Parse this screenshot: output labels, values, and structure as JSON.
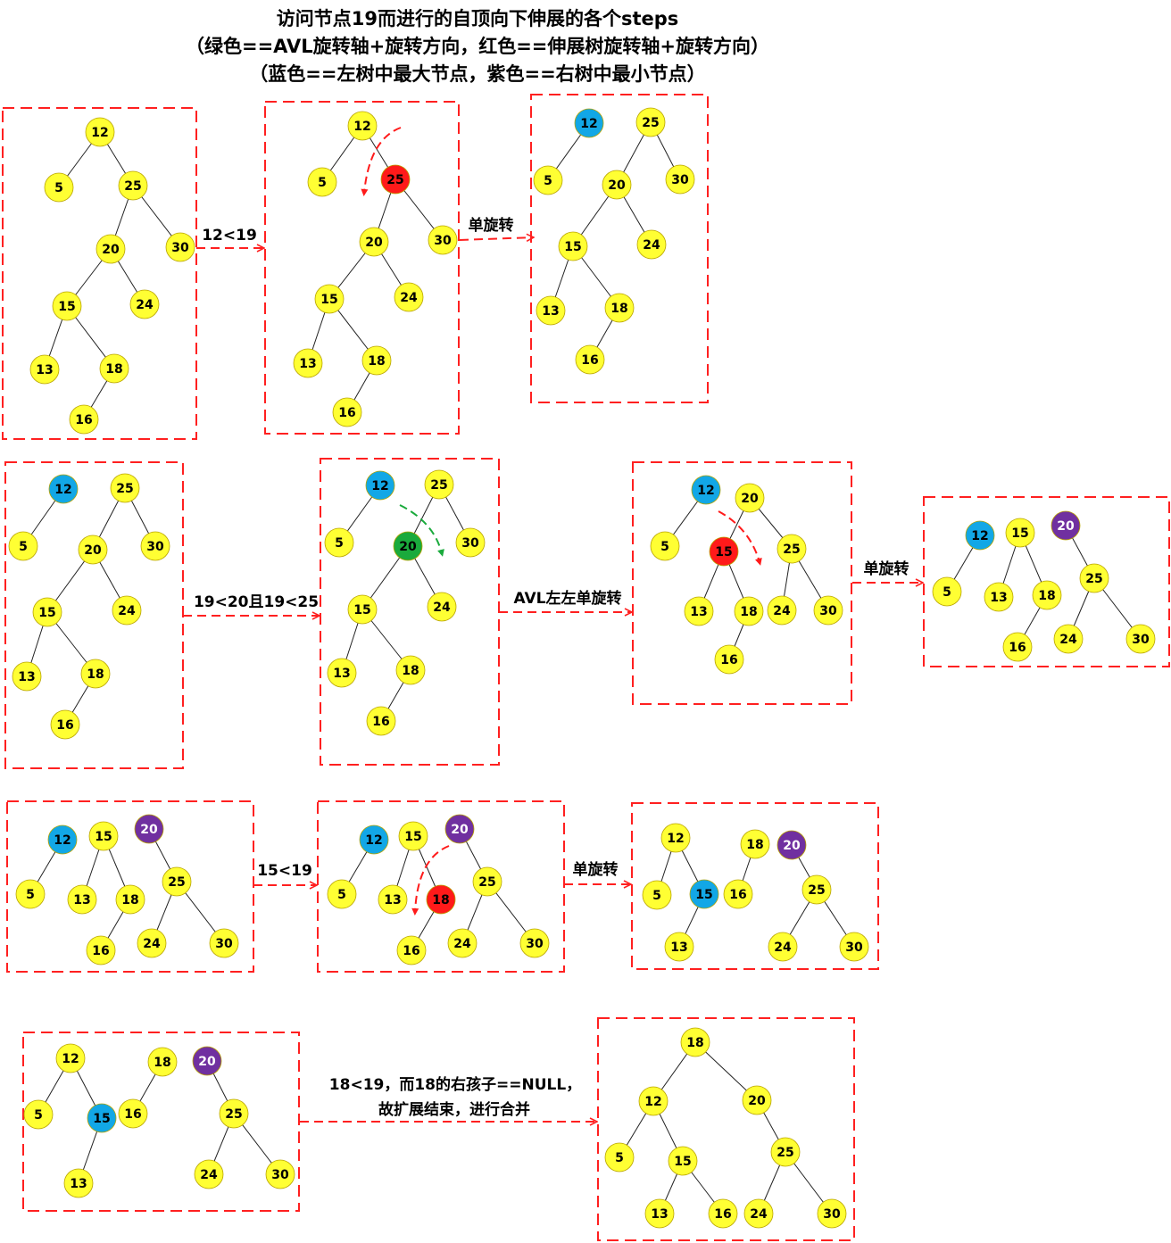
{
  "title_lines": [
    "访问节点19而进行的自顶向下伸展的各个steps",
    "（绿色==AVL旋转轴+旋转方向，红色==伸展树旋转轴+旋转方向）",
    "（蓝色==左树中最大节点，紫色==右树中最小节点）"
  ],
  "colors": {
    "normal": "#ffff33",
    "avl_pivot": "#1aaa3c",
    "splay_pivot": "#ff1a1a",
    "left_max": "#12a7e6",
    "right_min": "#7030a0",
    "frame": "#ff2020"
  },
  "panels": [
    {
      "id": "p1",
      "nodes": [
        {
          "id": "12",
          "label": "12",
          "color": "normal"
        },
        {
          "id": "5",
          "label": "5",
          "color": "normal"
        },
        {
          "id": "25",
          "label": "25",
          "color": "normal"
        },
        {
          "id": "20",
          "label": "20",
          "color": "normal"
        },
        {
          "id": "30",
          "label": "30",
          "color": "normal"
        },
        {
          "id": "15",
          "label": "15",
          "color": "normal"
        },
        {
          "id": "24",
          "label": "24",
          "color": "normal"
        },
        {
          "id": "13",
          "label": "13",
          "color": "normal"
        },
        {
          "id": "18",
          "label": "18",
          "color": "normal"
        },
        {
          "id": "16",
          "label": "16",
          "color": "normal"
        }
      ],
      "edges": [
        [
          "12",
          "5"
        ],
        [
          "12",
          "25"
        ],
        [
          "25",
          "20"
        ],
        [
          "25",
          "30"
        ],
        [
          "20",
          "15"
        ],
        [
          "20",
          "24"
        ],
        [
          "15",
          "13"
        ],
        [
          "15",
          "18"
        ],
        [
          "18",
          "16"
        ]
      ]
    },
    {
      "id": "p2",
      "nodes": [
        {
          "id": "12",
          "label": "12",
          "color": "normal"
        },
        {
          "id": "5",
          "label": "5",
          "color": "normal"
        },
        {
          "id": "25",
          "label": "25",
          "color": "splay_pivot"
        },
        {
          "id": "20",
          "label": "20",
          "color": "normal"
        },
        {
          "id": "30",
          "label": "30",
          "color": "normal"
        },
        {
          "id": "15",
          "label": "15",
          "color": "normal"
        },
        {
          "id": "24",
          "label": "24",
          "color": "normal"
        },
        {
          "id": "13",
          "label": "13",
          "color": "normal"
        },
        {
          "id": "18",
          "label": "18",
          "color": "normal"
        },
        {
          "id": "16",
          "label": "16",
          "color": "normal"
        }
      ],
      "edges": [
        [
          "12",
          "5"
        ],
        [
          "12",
          "25"
        ],
        [
          "25",
          "20"
        ],
        [
          "25",
          "30"
        ],
        [
          "20",
          "15"
        ],
        [
          "20",
          "24"
        ],
        [
          "15",
          "13"
        ],
        [
          "15",
          "18"
        ],
        [
          "18",
          "16"
        ]
      ]
    },
    {
      "id": "p3",
      "nodes": [
        {
          "id": "12",
          "label": "12",
          "color": "left_max"
        },
        {
          "id": "25",
          "label": "25",
          "color": "normal"
        },
        {
          "id": "5",
          "label": "5",
          "color": "normal"
        },
        {
          "id": "20",
          "label": "20",
          "color": "normal"
        },
        {
          "id": "30",
          "label": "30",
          "color": "normal"
        },
        {
          "id": "15",
          "label": "15",
          "color": "normal"
        },
        {
          "id": "24",
          "label": "24",
          "color": "normal"
        },
        {
          "id": "13",
          "label": "13",
          "color": "normal"
        },
        {
          "id": "18",
          "label": "18",
          "color": "normal"
        },
        {
          "id": "16",
          "label": "16",
          "color": "normal"
        }
      ],
      "edges": [
        [
          "12",
          "5"
        ],
        [
          "25",
          "20"
        ],
        [
          "25",
          "30"
        ],
        [
          "20",
          "15"
        ],
        [
          "20",
          "24"
        ],
        [
          "15",
          "13"
        ],
        [
          "15",
          "18"
        ],
        [
          "18",
          "16"
        ]
      ]
    },
    {
      "id": "p4",
      "nodes": [
        {
          "id": "12",
          "label": "12",
          "color": "left_max"
        },
        {
          "id": "25",
          "label": "25",
          "color": "normal"
        },
        {
          "id": "5",
          "label": "5",
          "color": "normal"
        },
        {
          "id": "20",
          "label": "20",
          "color": "normal"
        },
        {
          "id": "30",
          "label": "30",
          "color": "normal"
        },
        {
          "id": "15",
          "label": "15",
          "color": "normal"
        },
        {
          "id": "24",
          "label": "24",
          "color": "normal"
        },
        {
          "id": "13",
          "label": "13",
          "color": "normal"
        },
        {
          "id": "18",
          "label": "18",
          "color": "normal"
        },
        {
          "id": "16",
          "label": "16",
          "color": "normal"
        }
      ],
      "edges": [
        [
          "12",
          "5"
        ],
        [
          "25",
          "20"
        ],
        [
          "25",
          "30"
        ],
        [
          "20",
          "15"
        ],
        [
          "20",
          "24"
        ],
        [
          "15",
          "13"
        ],
        [
          "15",
          "18"
        ],
        [
          "18",
          "16"
        ]
      ]
    },
    {
      "id": "p5",
      "nodes": [
        {
          "id": "12",
          "label": "12",
          "color": "left_max"
        },
        {
          "id": "25",
          "label": "25",
          "color": "normal"
        },
        {
          "id": "5",
          "label": "5",
          "color": "normal"
        },
        {
          "id": "20",
          "label": "20",
          "color": "avl_pivot"
        },
        {
          "id": "30",
          "label": "30",
          "color": "normal"
        },
        {
          "id": "15",
          "label": "15",
          "color": "normal"
        },
        {
          "id": "24",
          "label": "24",
          "color": "normal"
        },
        {
          "id": "13",
          "label": "13",
          "color": "normal"
        },
        {
          "id": "18",
          "label": "18",
          "color": "normal"
        },
        {
          "id": "16",
          "label": "16",
          "color": "normal"
        }
      ],
      "edges": [
        [
          "12",
          "5"
        ],
        [
          "25",
          "20"
        ],
        [
          "25",
          "30"
        ],
        [
          "20",
          "15"
        ],
        [
          "20",
          "24"
        ],
        [
          "15",
          "13"
        ],
        [
          "15",
          "18"
        ],
        [
          "18",
          "16"
        ]
      ]
    },
    {
      "id": "p6",
      "nodes": [
        {
          "id": "12",
          "label": "12",
          "color": "left_max"
        },
        {
          "id": "20",
          "label": "20",
          "color": "normal"
        },
        {
          "id": "5",
          "label": "5",
          "color": "normal"
        },
        {
          "id": "15",
          "label": "15",
          "color": "splay_pivot"
        },
        {
          "id": "25",
          "label": "25",
          "color": "normal"
        },
        {
          "id": "13",
          "label": "13",
          "color": "normal"
        },
        {
          "id": "18",
          "label": "18",
          "color": "normal"
        },
        {
          "id": "24",
          "label": "24",
          "color": "normal"
        },
        {
          "id": "30",
          "label": "30",
          "color": "normal"
        },
        {
          "id": "16",
          "label": "16",
          "color": "normal"
        }
      ],
      "edges": [
        [
          "12",
          "5"
        ],
        [
          "20",
          "15"
        ],
        [
          "20",
          "25"
        ],
        [
          "15",
          "13"
        ],
        [
          "15",
          "18"
        ],
        [
          "25",
          "24"
        ],
        [
          "25",
          "30"
        ],
        [
          "18",
          "16"
        ]
      ]
    },
    {
      "id": "p7",
      "nodes": [
        {
          "id": "12",
          "label": "12",
          "color": "left_max"
        },
        {
          "id": "15",
          "label": "15",
          "color": "normal"
        },
        {
          "id": "20",
          "label": "20",
          "color": "right_min"
        },
        {
          "id": "5",
          "label": "5",
          "color": "normal"
        },
        {
          "id": "13",
          "label": "13",
          "color": "normal"
        },
        {
          "id": "18",
          "label": "18",
          "color": "normal"
        },
        {
          "id": "25",
          "label": "25",
          "color": "normal"
        },
        {
          "id": "16",
          "label": "16",
          "color": "normal"
        },
        {
          "id": "24",
          "label": "24",
          "color": "normal"
        },
        {
          "id": "30",
          "label": "30",
          "color": "normal"
        }
      ],
      "edges": [
        [
          "12",
          "5"
        ],
        [
          "15",
          "13"
        ],
        [
          "15",
          "18"
        ],
        [
          "18",
          "16"
        ],
        [
          "20",
          "25"
        ],
        [
          "25",
          "24"
        ],
        [
          "25",
          "30"
        ]
      ]
    },
    {
      "id": "p8",
      "nodes": [
        {
          "id": "12",
          "label": "12",
          "color": "left_max"
        },
        {
          "id": "15",
          "label": "15",
          "color": "normal"
        },
        {
          "id": "20",
          "label": "20",
          "color": "right_min"
        },
        {
          "id": "5",
          "label": "5",
          "color": "normal"
        },
        {
          "id": "13",
          "label": "13",
          "color": "normal"
        },
        {
          "id": "18",
          "label": "18",
          "color": "normal"
        },
        {
          "id": "25",
          "label": "25",
          "color": "normal"
        },
        {
          "id": "16",
          "label": "16",
          "color": "normal"
        },
        {
          "id": "24",
          "label": "24",
          "color": "normal"
        },
        {
          "id": "30",
          "label": "30",
          "color": "normal"
        }
      ],
      "edges": [
        [
          "12",
          "5"
        ],
        [
          "15",
          "13"
        ],
        [
          "15",
          "18"
        ],
        [
          "18",
          "16"
        ],
        [
          "20",
          "25"
        ],
        [
          "25",
          "24"
        ],
        [
          "25",
          "30"
        ]
      ]
    },
    {
      "id": "p9",
      "nodes": [
        {
          "id": "12",
          "label": "12",
          "color": "left_max"
        },
        {
          "id": "15",
          "label": "15",
          "color": "normal"
        },
        {
          "id": "20",
          "label": "20",
          "color": "right_min"
        },
        {
          "id": "5",
          "label": "5",
          "color": "normal"
        },
        {
          "id": "13",
          "label": "13",
          "color": "normal"
        },
        {
          "id": "18",
          "label": "18",
          "color": "splay_pivot"
        },
        {
          "id": "25",
          "label": "25",
          "color": "normal"
        },
        {
          "id": "16",
          "label": "16",
          "color": "normal"
        },
        {
          "id": "24",
          "label": "24",
          "color": "normal"
        },
        {
          "id": "30",
          "label": "30",
          "color": "normal"
        }
      ],
      "edges": [
        [
          "12",
          "5"
        ],
        [
          "15",
          "13"
        ],
        [
          "15",
          "18"
        ],
        [
          "18",
          "16"
        ],
        [
          "20",
          "25"
        ],
        [
          "25",
          "24"
        ],
        [
          "25",
          "30"
        ]
      ]
    },
    {
      "id": "p10",
      "nodes": [
        {
          "id": "12",
          "label": "12",
          "color": "normal"
        },
        {
          "id": "18",
          "label": "18",
          "color": "normal"
        },
        {
          "id": "20",
          "label": "20",
          "color": "right_min"
        },
        {
          "id": "5",
          "label": "5",
          "color": "normal"
        },
        {
          "id": "15",
          "label": "15",
          "color": "left_max"
        },
        {
          "id": "16",
          "label": "16",
          "color": "normal"
        },
        {
          "id": "25",
          "label": "25",
          "color": "normal"
        },
        {
          "id": "13",
          "label": "13",
          "color": "normal"
        },
        {
          "id": "24",
          "label": "24",
          "color": "normal"
        },
        {
          "id": "30",
          "label": "30",
          "color": "normal"
        }
      ],
      "edges": [
        [
          "12",
          "5"
        ],
        [
          "12",
          "15"
        ],
        [
          "15",
          "13"
        ],
        [
          "18",
          "16"
        ],
        [
          "20",
          "25"
        ],
        [
          "25",
          "24"
        ],
        [
          "25",
          "30"
        ]
      ]
    },
    {
      "id": "p11",
      "nodes": [
        {
          "id": "12",
          "label": "12",
          "color": "normal"
        },
        {
          "id": "18",
          "label": "18",
          "color": "normal"
        },
        {
          "id": "20",
          "label": "20",
          "color": "right_min"
        },
        {
          "id": "5",
          "label": "5",
          "color": "normal"
        },
        {
          "id": "15",
          "label": "15",
          "color": "left_max"
        },
        {
          "id": "16",
          "label": "16",
          "color": "normal"
        },
        {
          "id": "25",
          "label": "25",
          "color": "normal"
        },
        {
          "id": "13",
          "label": "13",
          "color": "normal"
        },
        {
          "id": "24",
          "label": "24",
          "color": "normal"
        },
        {
          "id": "30",
          "label": "30",
          "color": "normal"
        }
      ],
      "edges": [
        [
          "12",
          "5"
        ],
        [
          "12",
          "15"
        ],
        [
          "15",
          "13"
        ],
        [
          "18",
          "16"
        ],
        [
          "20",
          "25"
        ],
        [
          "25",
          "24"
        ],
        [
          "25",
          "30"
        ]
      ]
    },
    {
      "id": "p12",
      "nodes": [
        {
          "id": "18",
          "label": "18",
          "color": "normal"
        },
        {
          "id": "12",
          "label": "12",
          "color": "normal"
        },
        {
          "id": "20",
          "label": "20",
          "color": "normal"
        },
        {
          "id": "5",
          "label": "5",
          "color": "normal"
        },
        {
          "id": "15",
          "label": "15",
          "color": "normal"
        },
        {
          "id": "25",
          "label": "25",
          "color": "normal"
        },
        {
          "id": "13",
          "label": "13",
          "color": "normal"
        },
        {
          "id": "16",
          "label": "16",
          "color": "normal"
        },
        {
          "id": "24",
          "label": "24",
          "color": "normal"
        },
        {
          "id": "30",
          "label": "30",
          "color": "normal"
        }
      ],
      "edges": [
        [
          "18",
          "12"
        ],
        [
          "18",
          "20"
        ],
        [
          "12",
          "5"
        ],
        [
          "12",
          "15"
        ],
        [
          "20",
          "25"
        ],
        [
          "15",
          "13"
        ],
        [
          "15",
          "16"
        ],
        [
          "25",
          "24"
        ],
        [
          "25",
          "30"
        ]
      ]
    }
  ],
  "arrows": [
    {
      "id": "a1",
      "lines": [
        "12<19"
      ]
    },
    {
      "id": "a2",
      "lines": [
        "单旋转"
      ]
    },
    {
      "id": "a3",
      "lines": [
        "19<20且19<25"
      ]
    },
    {
      "id": "a4",
      "lines": [
        "AVL左左单旋转"
      ]
    },
    {
      "id": "a5",
      "lines": [
        "单旋转"
      ]
    },
    {
      "id": "a6",
      "lines": [
        "15<19"
      ]
    },
    {
      "id": "a7",
      "lines": [
        "单旋转"
      ]
    },
    {
      "id": "a8",
      "lines": [
        "18<19，而18的右孩子==NULL，",
        "故扩展结束，进行合并"
      ]
    }
  ],
  "rotation_markers": [
    {
      "id": "r1",
      "panel": "p2",
      "color": "splay_pivot"
    },
    {
      "id": "r2",
      "panel": "p5",
      "color": "avl_pivot"
    },
    {
      "id": "r3",
      "panel": "p6",
      "color": "splay_pivot"
    },
    {
      "id": "r4",
      "panel": "p9",
      "color": "splay_pivot"
    }
  ]
}
